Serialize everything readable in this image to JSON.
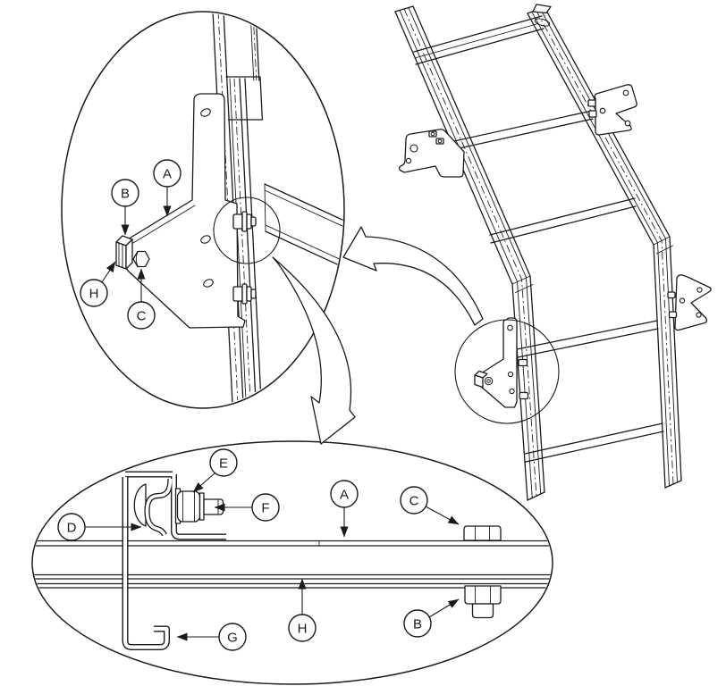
{
  "diagram": {
    "kind": "technical-assembly-line-drawing",
    "background_color": "#ffffff",
    "line_color": "#1a1a1a"
  },
  "callouts": {
    "upper": [
      {
        "label": "A"
      },
      {
        "label": "B"
      },
      {
        "label": "H"
      },
      {
        "label": "C"
      }
    ],
    "lower": [
      {
        "label": "E"
      },
      {
        "label": "F"
      },
      {
        "label": "D"
      },
      {
        "label": "G"
      },
      {
        "label": "A"
      },
      {
        "label": "C"
      },
      {
        "label": "H"
      },
      {
        "label": "B"
      }
    ]
  }
}
